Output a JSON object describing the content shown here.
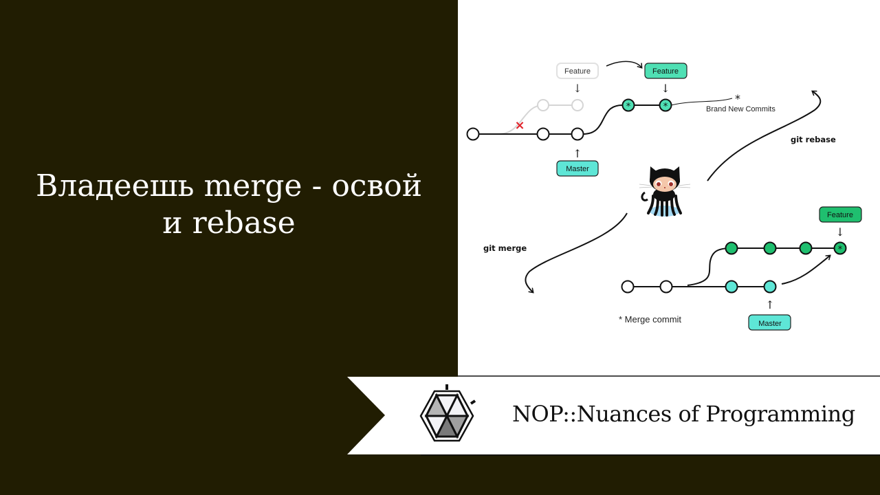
{
  "title": {
    "line1": "Владеешь merge - освой",
    "line2": "и rebase"
  },
  "diagram": {
    "rebase_section": {
      "old_feature_label": "Feature",
      "new_feature_label": "Feature",
      "master_label": "Master",
      "brand_new_asterisk": "*",
      "brand_new_label": "Brand New Commits",
      "commit_marker": "*",
      "discarded_marker": "×"
    },
    "rebase_arrow_label": "git rebase",
    "merge_arrow_label": "git merge",
    "merge_section": {
      "feature_label": "Feature",
      "master_label": "Master",
      "merge_commit_marker": "*",
      "legend": "* Merge commit"
    },
    "mascot": "octocat",
    "colors": {
      "feature_green": "#1fbf6f",
      "master_teal": "#5ee6d6",
      "rebased_teal": "#4fe0b4",
      "discard_red": "#e0222a"
    }
  },
  "banner": {
    "text": "NOP::Nuances of Programming",
    "logo": "hexagon-logo-icon"
  },
  "colors": {
    "background": "#211d02",
    "diagram_bg": "#ffffff",
    "title_text": "#ffffff"
  }
}
